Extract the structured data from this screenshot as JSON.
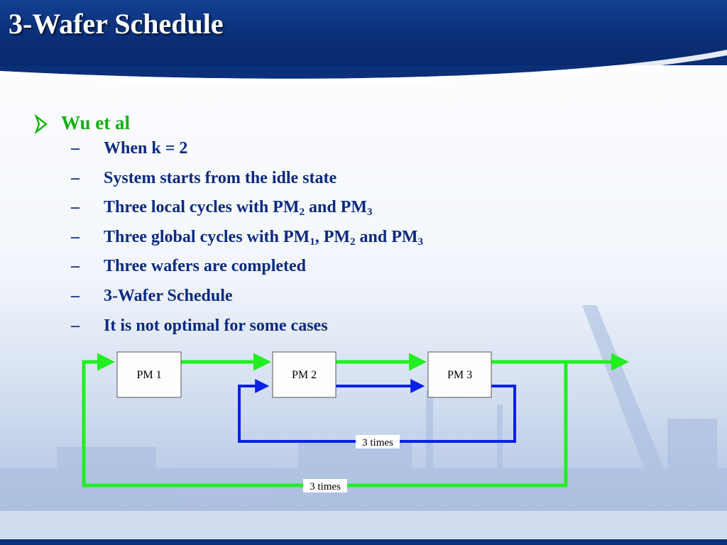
{
  "slide": {
    "title": "3-Wafer Schedule",
    "bullet_main": "Wu et al",
    "sub_bullets": [
      {
        "text": "When k = 2"
      },
      {
        "text": "System starts from the idle state"
      },
      {
        "text": "Three local cycles with PM",
        "sub1": "2",
        "mid": " and PM",
        "sub2": "3"
      },
      {
        "text": "Three global cycles with PM",
        "sub1": "1",
        "mid": ", PM",
        "sub2": "2",
        "mid2": " and PM",
        "sub3": "3"
      },
      {
        "text": "Three wafers are completed"
      },
      {
        "text": "3-Wafer Schedule"
      },
      {
        "text": "It is not optimal for some cases"
      }
    ],
    "dash": "–"
  },
  "diagram": {
    "boxes": [
      "PM 1",
      "PM 2",
      "PM 3"
    ],
    "local_loop_label": "3 times",
    "global_loop_label": "3 times",
    "colors": {
      "global_flow": "#22ee22",
      "local_loop": "#0a20e6",
      "bullet_main": "#14b014",
      "text": "#0b2a80",
      "header": "#0b2f78"
    }
  }
}
